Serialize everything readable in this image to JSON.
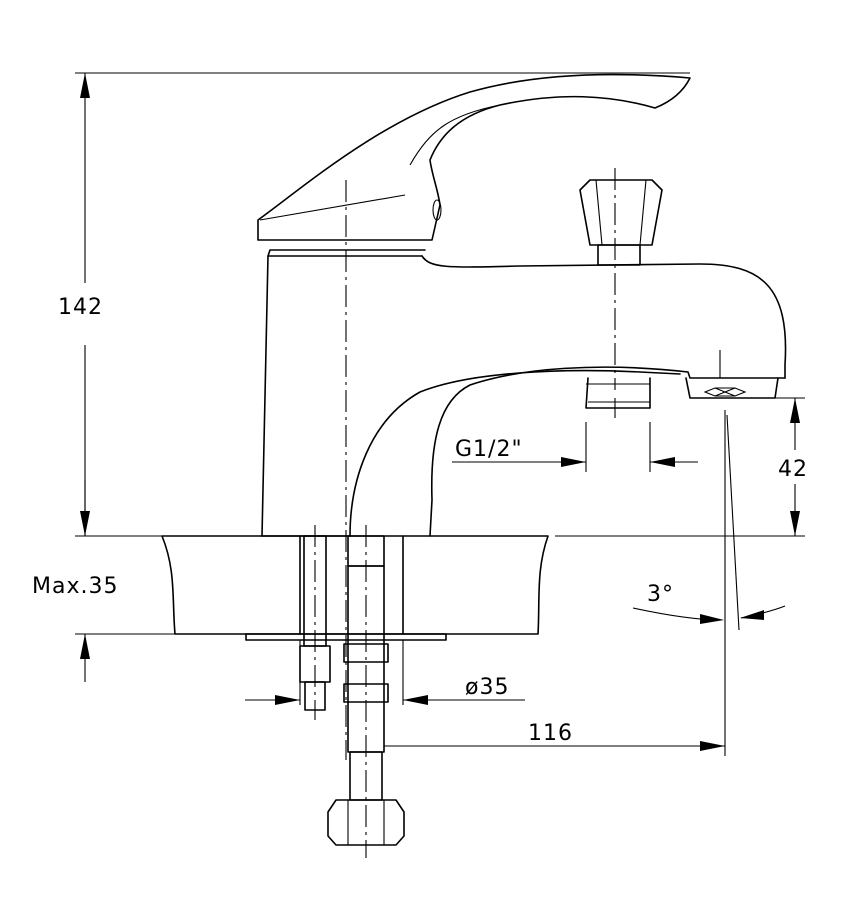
{
  "drawing": {
    "subject": "single-lever bath mixer technical drawing",
    "colors": {
      "line": "#000000",
      "background": "#ffffff"
    },
    "dimensions": {
      "total_height": "142",
      "spout_clearance": "42",
      "max_deck_thickness": "Max.35",
      "mounting_hole_diameter": "ø35",
      "spout_reach": "116",
      "thread_size": "G1/2\"",
      "spout_angle": "3°"
    }
  }
}
